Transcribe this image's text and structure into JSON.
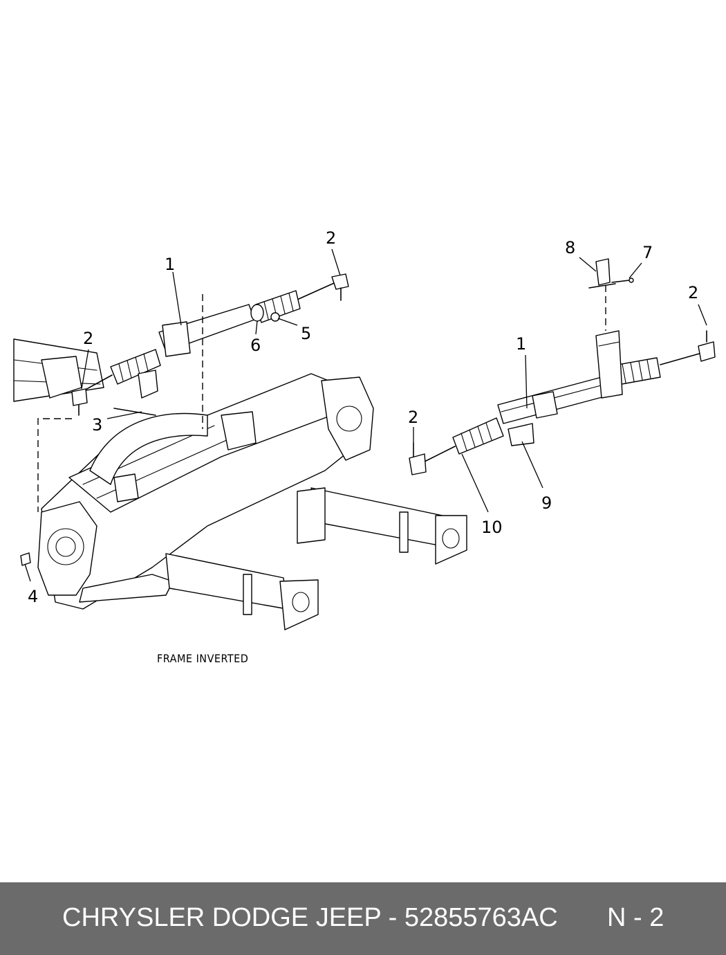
{
  "diagram": {
    "caption": "FRAME INVERTED",
    "callouts": {
      "left_rack": "1",
      "left_tie_end_top": "2",
      "left_tie_end_left": "2",
      "bolt": "3",
      "nut": "4",
      "nut_small": "5",
      "bushing": "6",
      "right_rack": "1",
      "right_tie_end_right": "2",
      "right_tie_end_left": "2",
      "bolt_small": "7",
      "coupler": "8",
      "mount_bushing": "9",
      "boot": "10"
    }
  },
  "footer": {
    "title": "CHRYSLER DODGE JEEP - 52855763AC",
    "page": "N - 2",
    "background": "#6b6b6b",
    "text_color": "#ffffff"
  }
}
